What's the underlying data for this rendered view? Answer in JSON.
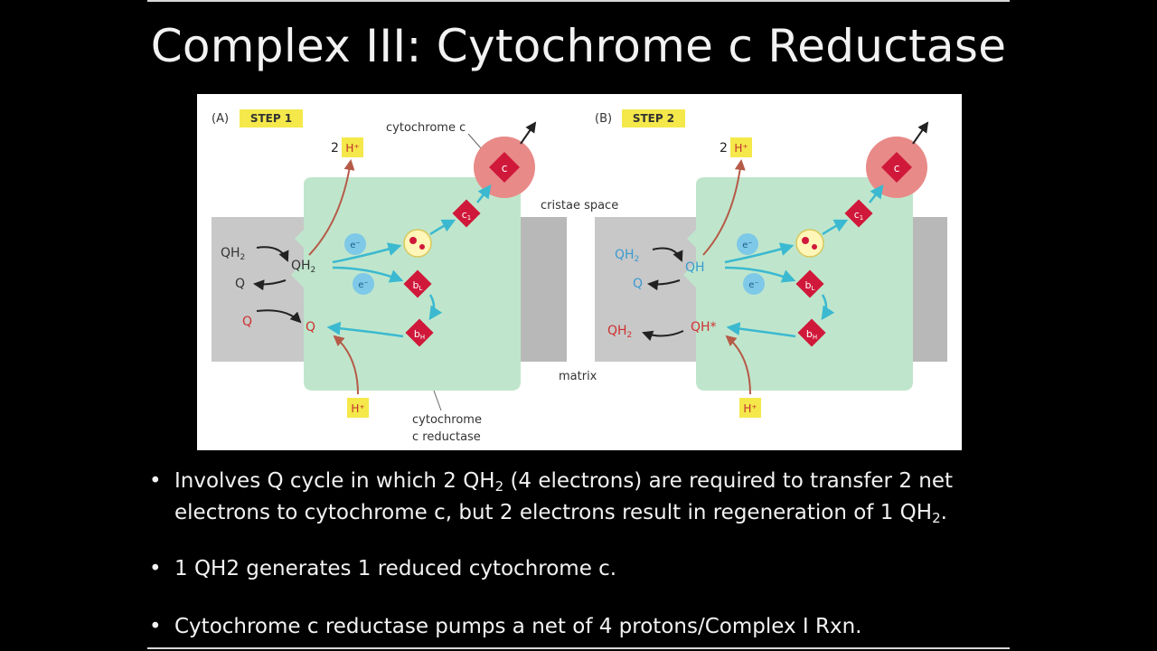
{
  "slide": {
    "title": "Complex III: Cytochrome c Reductase"
  },
  "figure": {
    "panel_a": {
      "letter": "(A)",
      "step": "STEP 1",
      "labels": {
        "two": "2",
        "h_plus": "H⁺",
        "qh2_left": "QH",
        "qh2_left_sub": "2",
        "q_left": "Q",
        "qh2_site": "QH",
        "qh2_site_sub": "2",
        "q_red_left": "Q",
        "q_red_site": "Q",
        "e1": "e⁻",
        "e2": "e⁻",
        "c1": "c",
        "c1_sub": "1",
        "bl": "b",
        "bl_sub": "L",
        "bh": "b",
        "bh_sub": "H",
        "cyt_c": "c"
      }
    },
    "panel_b": {
      "letter": "(B)",
      "step": "STEP 2",
      "labels": {
        "two": "2",
        "h_plus": "H⁺",
        "qh2_left": "QH",
        "qh2_left_sub": "2",
        "q_left": "Q",
        "qh_site": "QH",
        "qh2_out": "QH",
        "qh2_out_sub": "2",
        "qh_star": "QH*",
        "e1": "e⁻",
        "e2": "e⁻",
        "c1": "c",
        "c1_sub": "1",
        "bl": "b",
        "bl_sub": "L",
        "bh": "b",
        "bh_sub": "H",
        "cyt_c": "c"
      }
    },
    "shared_labels": {
      "cytochrome_c": "cytochrome c",
      "cristae_space": "cristae space",
      "matrix": "matrix",
      "reductase_line1": "cytochrome",
      "reductase_line2": "c reductase"
    },
    "colors": {
      "membrane": "#c8c8c8",
      "protein": "#bfe6cc",
      "heme": "#d0193a",
      "cyt_c_halo": "#e88a88",
      "electron": "#7ec8e8",
      "label_box": "#f5e84a",
      "proton_arrow": "#b65a48",
      "electron_arrow": "#3bb9d0"
    }
  },
  "bullets": [
    {
      "pre": "Involves Q cycle in which 2 QH",
      "sub1": "2",
      "mid": " (4 electrons) are required to transfer 2 net electrons to cytochrome c, but  2 electrons result in regeneration of 1 QH",
      "sub2": "2",
      "post": "."
    },
    {
      "text": "1 QH2 generates 1 reduced cytochrome c."
    },
    {
      "text": "Cytochrome c reductase pumps a net of 4 protons/Complex I Rxn."
    }
  ],
  "bullet_char": "•"
}
